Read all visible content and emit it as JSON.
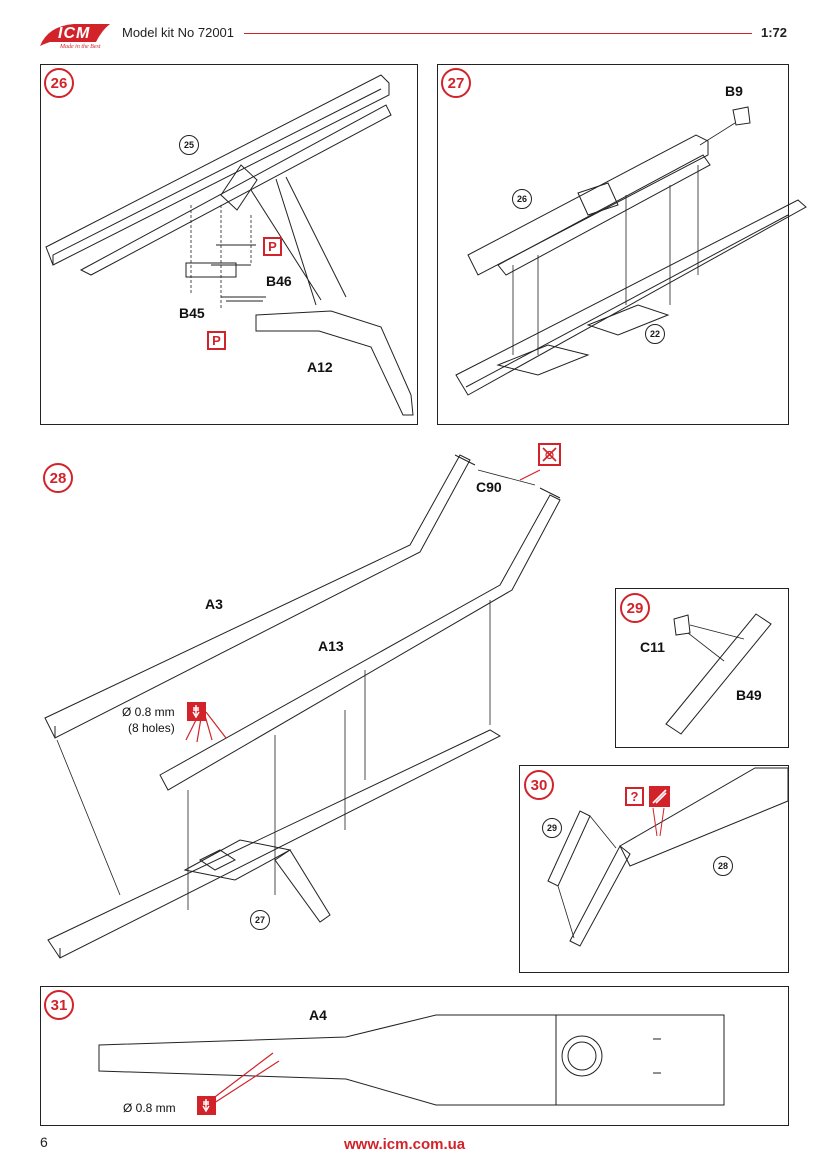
{
  "header": {
    "brand": "ICM",
    "brand_tagline": "Made in the Best",
    "kit_label": "Model kit No 72001",
    "scale": "1:72"
  },
  "steps": {
    "s26": {
      "number": "26",
      "ref": "25",
      "parts": [
        "B46",
        "B45",
        "A12"
      ],
      "paint_mark": "P"
    },
    "s27": {
      "number": "27",
      "refs": [
        "26",
        "22"
      ],
      "parts": [
        "B9"
      ]
    },
    "s28": {
      "number": "28",
      "ref": "27",
      "parts": [
        "C90",
        "A3",
        "A13"
      ],
      "drill_note": "Ø 0.8 mm",
      "holes_note": "(8 holes)"
    },
    "s29": {
      "number": "29",
      "parts": [
        "C11",
        "B49"
      ]
    },
    "s30": {
      "number": "30",
      "refs": [
        "29",
        "28"
      ],
      "question_mark": "?"
    },
    "s31": {
      "number": "31",
      "parts": [
        "A4"
      ],
      "drill_note": "Ø 0.8 mm"
    }
  },
  "footer": {
    "page_number": "6",
    "website": "www.icm.com.ua"
  },
  "colors": {
    "accent": "#d2232a",
    "line": "#222222"
  }
}
